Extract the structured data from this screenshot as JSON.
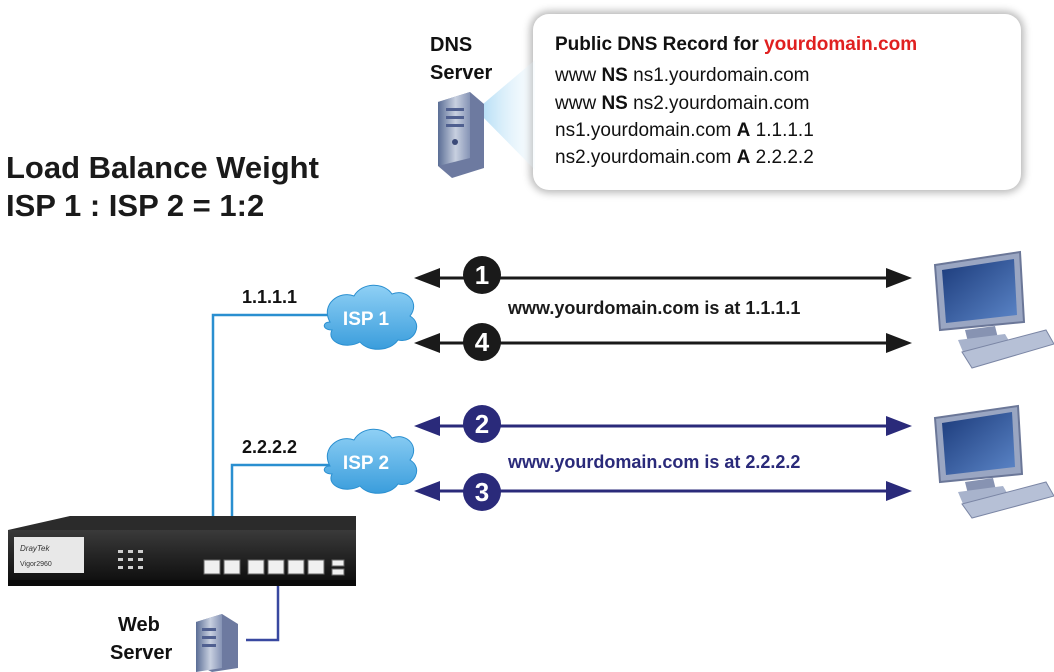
{
  "title": {
    "line1": "Load Balance Weight",
    "line2": "ISP 1 : ISP 2 = 1:2"
  },
  "dns_server": {
    "label1": "DNS",
    "label2": "Server"
  },
  "dns_record": {
    "heading_prefix": "Public DNS Record for ",
    "heading_domain": "yourdomain.com",
    "records": [
      {
        "pre": "www ",
        "type": "NS",
        "post": " ns1.yourdomain.com"
      },
      {
        "pre": "www ",
        "type": "NS",
        "post": " ns2.yourdomain.com"
      },
      {
        "pre": "ns1.yourdomain.com ",
        "type": "A",
        "post": " 1.1.1.1"
      },
      {
        "pre": "ns2.yourdomain.com ",
        "type": "A",
        "post": " 2.2.2.2"
      }
    ]
  },
  "isp1": {
    "label": "ISP 1",
    "ip": "1.1.1.1"
  },
  "isp2": {
    "label": "ISP 2",
    "ip": "2.2.2.2"
  },
  "steps": {
    "s1": "1",
    "s2": "2",
    "s3": "3",
    "s4": "4"
  },
  "messages": {
    "isp1": "www.yourdomain.com is at 1.1.1.1",
    "isp2": "www.yourdomain.com is at 2.2.2.2"
  },
  "router": {
    "brand": "DrayTek",
    "model": "Vigor2960"
  },
  "web_server": {
    "label1": "Web",
    "label2": "Server"
  },
  "colors": {
    "isp1_line": "#1a1a1a",
    "isp2_line": "#2a2a7a",
    "cable": "#2a8fd0",
    "cloud": "#5ab4e8",
    "domain_red": "#e02020"
  }
}
